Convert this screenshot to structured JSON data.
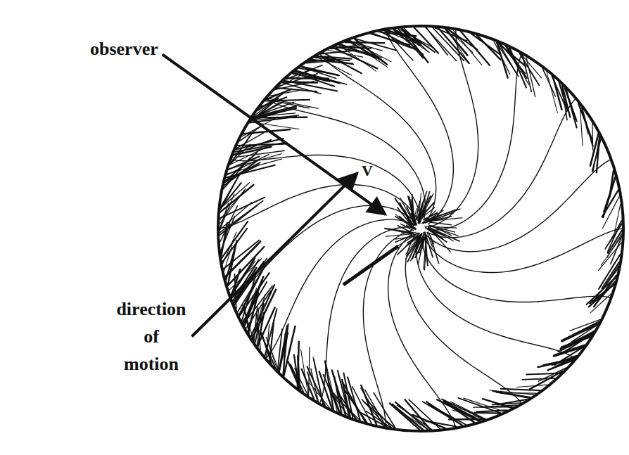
{
  "diagram": {
    "labels": [
      "observer",
      "direction of motion",
      "V"
    ]
  }
}
